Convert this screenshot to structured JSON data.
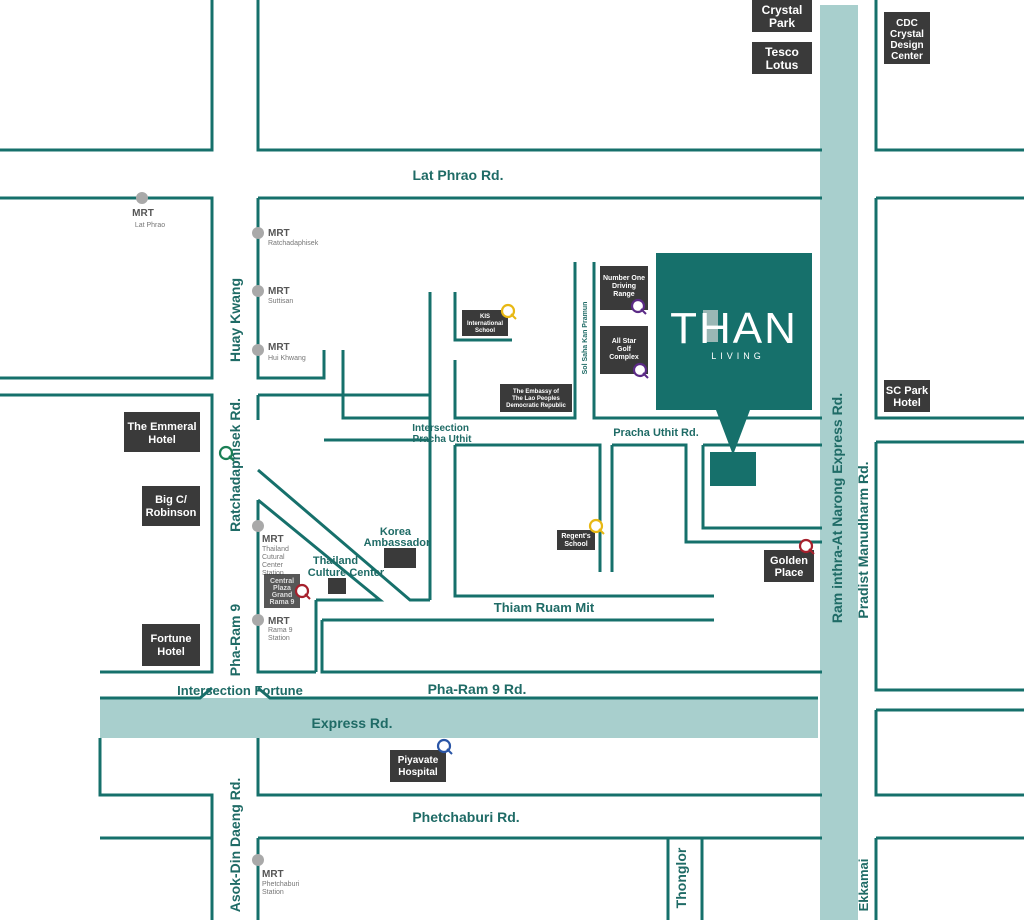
{
  "colors": {
    "road": "#16706b",
    "express": "#a8cfcd",
    "poi_box": "#3a3a3a",
    "brand": "#16706b",
    "pin_yellow": "#e8b813",
    "pin_purple": "#5b2a86",
    "pin_red": "#a6202c",
    "pin_blue": "#2a55a6",
    "pin_green": "#1b7f55"
  },
  "roads": {
    "lat_phrao": "Lat Phrao Rd.",
    "huay_kwang": "Huay Kwang",
    "ratchadaphisek": "Ratchadaphisek Rd.",
    "pracha_uthit": "Pracha Uthit Rd.",
    "intersection_pracha_uthit": [
      "Intersection",
      "Pracha Uthit"
    ],
    "sol_saha_kan_pramun": "Sol Saha Kan Pramun",
    "thiam_ruam_mit": "Thiam Ruam Mit",
    "pha_ram_9_vertical": "Pha-Ram 9",
    "pha_ram_9_rd": "Pha-Ram 9 Rd.",
    "intersection_fortune": "Intersection Fortune",
    "express_rd": "Express Rd.",
    "phetchaburi": "Phetchaburi Rd.",
    "asok_din_daeng": "Asok-Din Daeng Rd.",
    "thonglor": "Thonglor",
    "ekkamai": "Ekkamai",
    "ram_inthra": "Ram inthra-At Narong Express Rd.",
    "pradist": "Pradist Manudharm Rd."
  },
  "mrt": [
    {
      "title": "MRT",
      "sub": "Lat Phrao"
    },
    {
      "title": "MRT",
      "sub": "Ratchadaphisek"
    },
    {
      "title": "MRT",
      "sub": "Suttisan"
    },
    {
      "title": "MRT",
      "sub": "Hui Khwang"
    },
    {
      "title": "MRT",
      "sub": [
        "Thailand",
        "Cutural",
        "Center",
        "Station"
      ]
    },
    {
      "title": "MRT",
      "sub": [
        "Rama 9",
        "Station"
      ]
    },
    {
      "title": "MRT",
      "sub": [
        "Phetchaburi",
        "Station"
      ]
    }
  ],
  "places": {
    "crystal_park": [
      "Crystal",
      "Park"
    ],
    "tesco_lotus": [
      "Tesco",
      "Lotus"
    ],
    "cdc": [
      "CDC",
      "Crystal",
      "Design",
      "Center"
    ],
    "the_emmeral": [
      "The Emmeral",
      "Hotel"
    ],
    "big_c": [
      "Big C/",
      "Robinson"
    ],
    "fortune_hotel": [
      "Fortune",
      "Hotel"
    ],
    "sc_park": [
      "SC Park",
      "Hotel"
    ],
    "golden_place": [
      "Golden",
      "Place"
    ],
    "piyavate": [
      "Piyavate",
      "Hospital"
    ],
    "regents_school": [
      "Regent's",
      "School"
    ],
    "kis": [
      "KIS",
      "International",
      "School"
    ],
    "embassy": [
      "The Embassy of",
      "The Lao Peoples",
      "Democratic Republic"
    ],
    "number_one": [
      "Number One",
      "Driving",
      "Range"
    ],
    "all_star": [
      "All Star",
      "Golf",
      "Complex"
    ],
    "central_plaza": [
      "Central",
      "Plaza",
      "Grand",
      "Rama 9"
    ],
    "korea": [
      "Korea",
      "Ambassador"
    ],
    "thailand_culture": [
      "Thailand",
      "Culture Center"
    ]
  },
  "brand": {
    "wordmark": "THAN",
    "tagline": "LIVING"
  }
}
